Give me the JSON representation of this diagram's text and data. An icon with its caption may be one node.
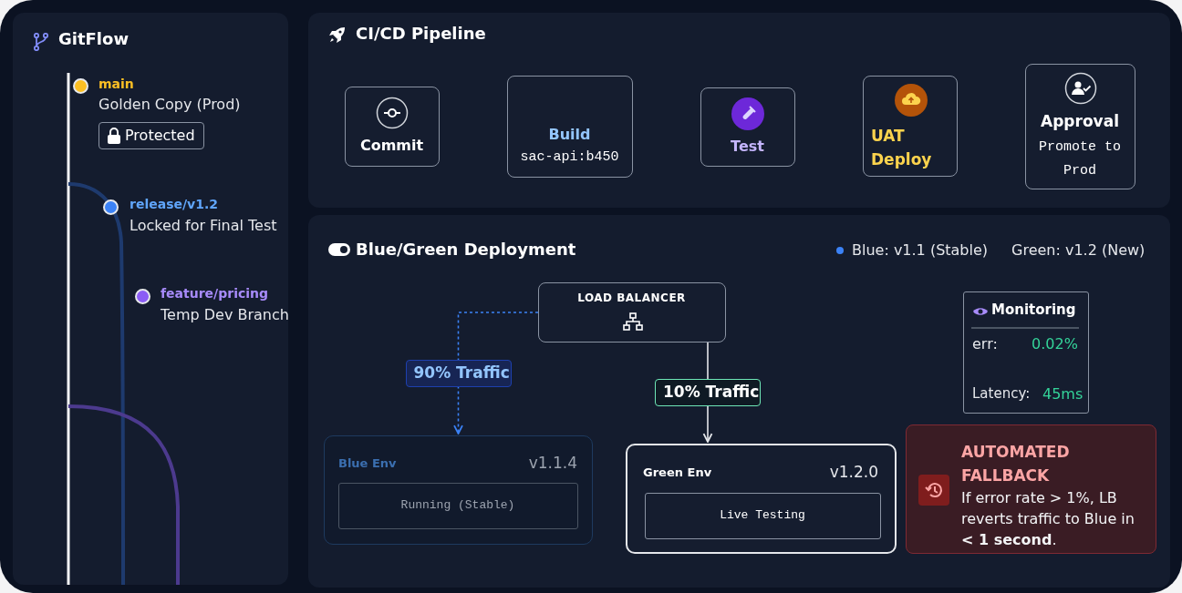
{
  "diagram": {
    "nodes": [
      {
        "text": [
          "GitFlow"
        ]
      },
      {
        "text": [
          "main",
          "Golden Copy (Prod)"
        ],
        "in": 0
      },
      {
        "text": [
          "Protected"
        ],
        "in": 0
      },
      {
        "text": [
          "release/v1.2",
          "Locked for Final Test"
        ],
        "in": 0
      },
      {
        "text": [
          "feature/pricing",
          "Temp Dev Branch"
        ],
        "in": 0
      },
      {
        "text": [
          "CI/CD Pipeline"
        ]
      },
      {
        "text": [
          "Commit"
        ],
        "in": 5
      },
      {
        "text": [
          "Build",
          "sac-api:b450"
        ],
        "in": 5
      },
      {
        "text": [
          "Test"
        ],
        "in": 5
      },
      {
        "text": [
          "UAT Deploy"
        ],
        "in": 5
      },
      {
        "text": [
          "Approval",
          "Promote to Prod"
        ],
        "in": 5
      },
      {
        "text": [
          "Blue/Green Deployment"
        ]
      },
      {
        "text": [
          "LOAD BALANCER"
        ],
        "in": 11
      },
      {
        "text": [
          "Monitoring",
          "err:",
          "0.02%",
          "Latency:",
          "45ms"
        ],
        "in": 11
      },
      {
        "text": [
          "Blue Env",
          "v1.1.4"
        ],
        "in": 11
      },
      {
        "text": [
          "Running (Stable)"
        ],
        "in": 14
      },
      {
        "text": [
          "Green Env",
          "v1.2.0"
        ],
        "in": 11
      },
      {
        "text": [
          "Live Testing"
        ],
        "in": 16
      },
      {
        "text": [
          "AUTOMATED FALLBACK",
          "If error rate > 1%, LB reverts traffic to Blue in **< 1 second**."
        ],
        "in": 11
      }
    ],
    "edges": [
      {
        "from": 12,
        "to": 14,
        "arrow": "to",
        "label": "90% Traffic",
        "style": "dashed",
        "color": "#3b82f6"
      },
      {
        "from": 12,
        "to": 16,
        "arrow": "to",
        "label": "10% Traffic",
        "color": "#e5e7eb"
      }
    ],
    "labels": [
      "Green: v1.2 (New)"
    ],
    "legend": [
      {
        "text": "Blue: v1.1 (Stable)",
        "color": "#3b82f6"
      }
    ]
  }
}
